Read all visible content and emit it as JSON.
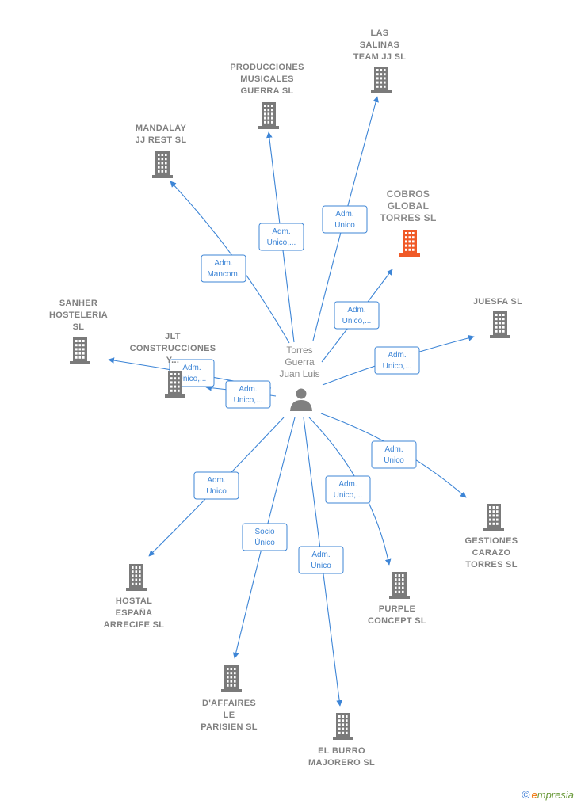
{
  "colors": {
    "edge": "#3d85d6",
    "company": "#7a7a7a",
    "company_focus": "#f05a28",
    "person": "#808080",
    "label": "#808080"
  },
  "person": {
    "name_lines": [
      "Torres",
      "Guerra",
      "Juan Luis"
    ],
    "icon": "person-icon"
  },
  "companies": [
    {
      "id": "las-salinas",
      "lines": [
        "LAS",
        "SALINAS",
        "TEAM JJ  SL"
      ],
      "focus": false
    },
    {
      "id": "producciones",
      "lines": [
        "PRODUCCIONES",
        "MUSICALES",
        "GUERRA  SL"
      ],
      "focus": false
    },
    {
      "id": "mandalay",
      "lines": [
        "MANDALAY",
        "JJ REST  SL"
      ],
      "focus": false
    },
    {
      "id": "cobros",
      "lines": [
        "COBROS",
        "GLOBAL",
        "TORRES  SL"
      ],
      "focus": true
    },
    {
      "id": "juesfa",
      "lines": [
        "JUESFA SL"
      ],
      "focus": false
    },
    {
      "id": "sanher",
      "lines": [
        "SANHER",
        "HOSTELERIA",
        "SL"
      ],
      "focus": false
    },
    {
      "id": "jlt",
      "lines": [
        "JLT",
        "CONSTRUCCIONES",
        "Y..."
      ],
      "focus": false
    },
    {
      "id": "gestiones",
      "lines": [
        "GESTIONES",
        "CARAZO",
        "TORRES  SL"
      ],
      "focus": false
    },
    {
      "id": "hostal",
      "lines": [
        "HOSTAL",
        "ESPAÑA",
        "ARRECIFE  SL"
      ],
      "focus": false
    },
    {
      "id": "purple",
      "lines": [
        "PURPLE",
        "CONCEPT SL"
      ],
      "focus": false
    },
    {
      "id": "daffaires",
      "lines": [
        "D'AFFAIRES",
        "LE",
        "PARISIEN SL"
      ],
      "focus": false
    },
    {
      "id": "elburro",
      "lines": [
        "EL BURRO",
        "MAJORERO SL"
      ],
      "focus": false
    }
  ],
  "edges": [
    {
      "to": "las-salinas",
      "lines": [
        "Adm.",
        "Unico"
      ]
    },
    {
      "to": "producciones",
      "lines": [
        "Adm.",
        "Unico,..."
      ]
    },
    {
      "to": "mandalay",
      "lines": [
        "Adm.",
        "Mancom."
      ]
    },
    {
      "to": "cobros",
      "lines": [
        "Adm.",
        "Unico,..."
      ]
    },
    {
      "to": "juesfa",
      "lines": [
        "Adm.",
        "Unico,..."
      ]
    },
    {
      "to": "sanher",
      "lines": [
        "Adm.",
        "Unico,..."
      ]
    },
    {
      "to": "jlt",
      "lines": [
        "Adm.",
        "Unico,..."
      ]
    },
    {
      "to": "gestiones",
      "lines": [
        "Adm.",
        "Unico"
      ]
    },
    {
      "to": "hostal",
      "lines": [
        "Adm.",
        "Unico"
      ]
    },
    {
      "to": "purple",
      "lines": [
        "Adm.",
        "Unico,..."
      ]
    },
    {
      "to": "daffaires",
      "lines": [
        "Socio",
        "Único"
      ]
    },
    {
      "to": "elburro",
      "lines": [
        "Adm.",
        "Unico"
      ]
    }
  ],
  "watermark": {
    "copyright": "©",
    "brand_first": "e",
    "brand_rest": "mpresia"
  }
}
